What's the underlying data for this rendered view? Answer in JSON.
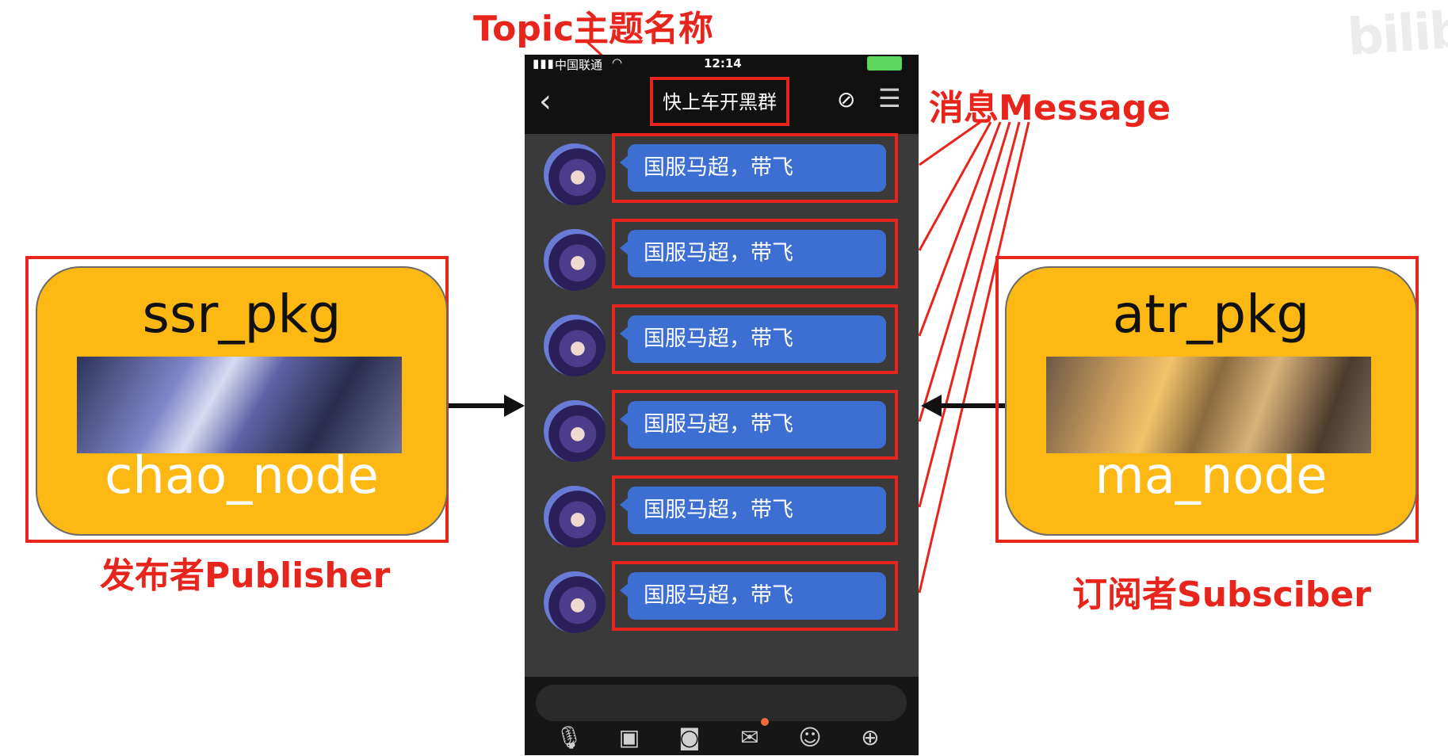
{
  "watermark": "bilibili",
  "annotations": {
    "topic": "Topic主题名称",
    "message": "消息Message",
    "publisher": "发布者Publisher",
    "subscriber": "订阅者Subsciber"
  },
  "publisher_node": {
    "pkg": "ssr_pkg",
    "node": "chao_node"
  },
  "subscriber_node": {
    "pkg": "atr_pkg",
    "node": "ma_node"
  },
  "phone": {
    "status": {
      "carrier": "中国联通",
      "time": "12:14"
    },
    "title": "快上车开黑群",
    "messages": [
      "国服马超，带飞",
      "国服马超，带飞",
      "国服马超，带飞",
      "国服马超，带飞",
      "国服马超，带飞",
      "国服马超，带飞"
    ],
    "toolbar_icons": [
      "microphone-icon",
      "image-icon",
      "camera-icon",
      "red-packet-icon",
      "emoji-icon",
      "plus-icon"
    ]
  },
  "colors": {
    "annotation_red": "#e8251c",
    "node_fill": "#fdb813",
    "bubble_blue": "#3d6fd3"
  }
}
